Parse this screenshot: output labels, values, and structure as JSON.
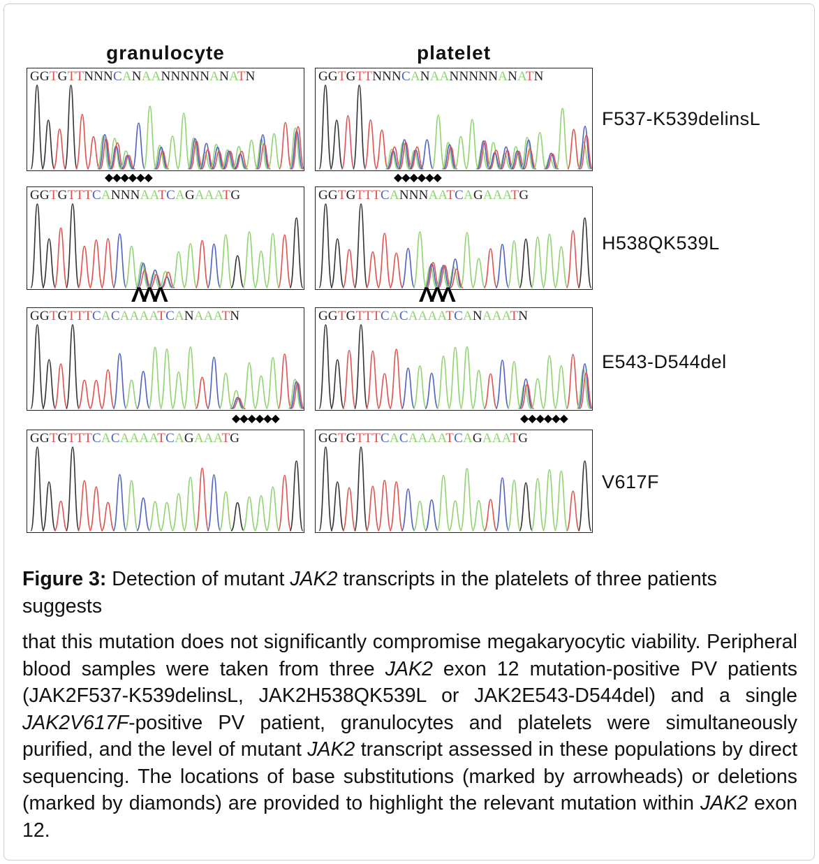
{
  "figure": {
    "column_headers": [
      "granulocyte",
      "platelet"
    ],
    "rows": [
      {
        "label": "F537-K539delinsL",
        "sequence": "GGTGTTNNNCANAANNNNNANATN",
        "marker": "diamonds",
        "marker_text": "◆◆◆◆◆◆"
      },
      {
        "label": "H538QK539L",
        "sequence": "GGTGTTTCANNNAATCAGAAATG",
        "marker": "arrowheads",
        "marker_text": "ΛΛΛ"
      },
      {
        "label": "E543-D544del",
        "sequence": "GGTGTTTCACAAAATCANAAATN",
        "marker": "diamonds",
        "marker_text": "◆◆◆◆◆◆"
      },
      {
        "label": "V617F",
        "sequence": "GGTGTTTCACAAAATCAGAAATG",
        "marker": "none",
        "marker_text": ""
      }
    ],
    "base_colors": {
      "G": "#222222",
      "T": "#e0524f",
      "C": "#4d62c4",
      "A": "#8fd46f",
      "N": "#222222"
    }
  },
  "caption": {
    "label": "Figure 3:",
    "title_a": " Detection of mutant ",
    "title_gene": "JAK2",
    "title_b": " transcripts in the platelets of three patients suggests",
    "body_1": "that this mutation does not significantly compromise megakaryocytic viability. Peripheral blood samples were taken from three ",
    "body_gene1": "JAK2",
    "body_2": " exon 12 mutation-positive PV patients (JAK2F537-K539delinsL, JAK2H538QK539L or JAK2E543-D544del) and a single ",
    "body_gene2": "JAK2V617F",
    "body_3": "-positive PV patient, granulocytes and platelets were simultaneously purified, and the level of mutant ",
    "body_gene3": "JAK2",
    "body_4": " transcript assessed in these populations by direct sequencing. The locations of base substitutions (marked by arrowheads) or deletions (marked by diamonds) are provided to highlight the relevant mutation within ",
    "body_gene4": "JAK2",
    "body_5": " exon 12."
  }
}
